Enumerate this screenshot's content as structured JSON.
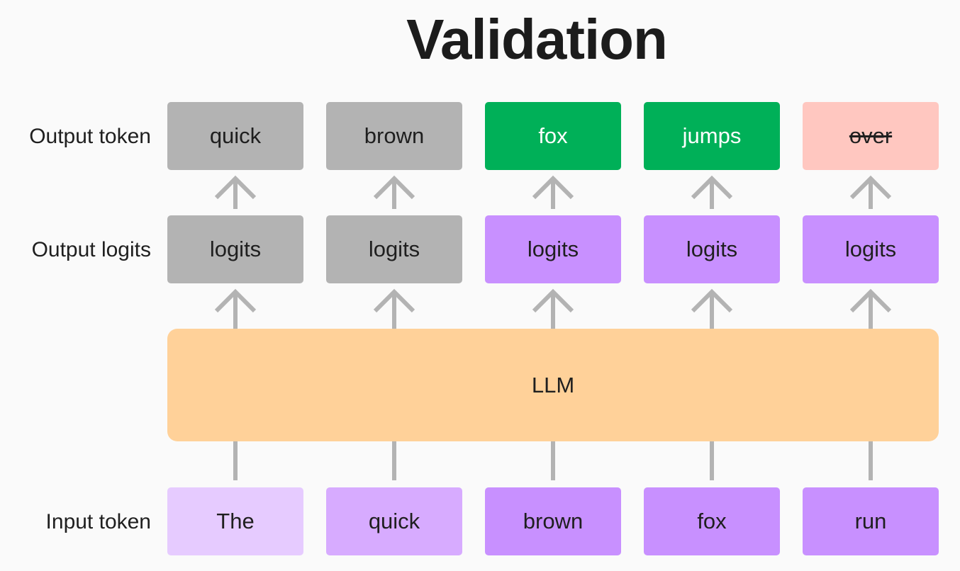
{
  "title": "Validation",
  "row_labels": {
    "output_token": "Output token",
    "output_logits": "Output logits",
    "input_token": "Input token"
  },
  "model_label": "LLM",
  "output_tokens": [
    {
      "text": "quick",
      "status": "given",
      "color": "#b3b3b3"
    },
    {
      "text": "brown",
      "status": "given",
      "color": "#b3b3b3"
    },
    {
      "text": "fox",
      "status": "accepted",
      "color": "#00b058"
    },
    {
      "text": "jumps",
      "status": "accepted",
      "color": "#00b058"
    },
    {
      "text": "over",
      "status": "rejected",
      "color": "#ffc7c0"
    }
  ],
  "output_logits": [
    {
      "text": "logits",
      "color": "#b3b3b3"
    },
    {
      "text": "logits",
      "color": "#b3b3b3"
    },
    {
      "text": "logits",
      "color": "#c890ff"
    },
    {
      "text": "logits",
      "color": "#c890ff"
    },
    {
      "text": "logits",
      "color": "#c890ff"
    }
  ],
  "input_tokens": [
    {
      "text": "The",
      "color": "#e6cbff"
    },
    {
      "text": "quick",
      "color": "#d7abff"
    },
    {
      "text": "brown",
      "color": "#c890ff"
    },
    {
      "text": "fox",
      "color": "#c890ff"
    },
    {
      "text": "run",
      "color": "#c890ff"
    }
  ],
  "colors": {
    "background": "#fafafa",
    "arrow": "#b3b3b3",
    "llm": "#ffd199"
  }
}
